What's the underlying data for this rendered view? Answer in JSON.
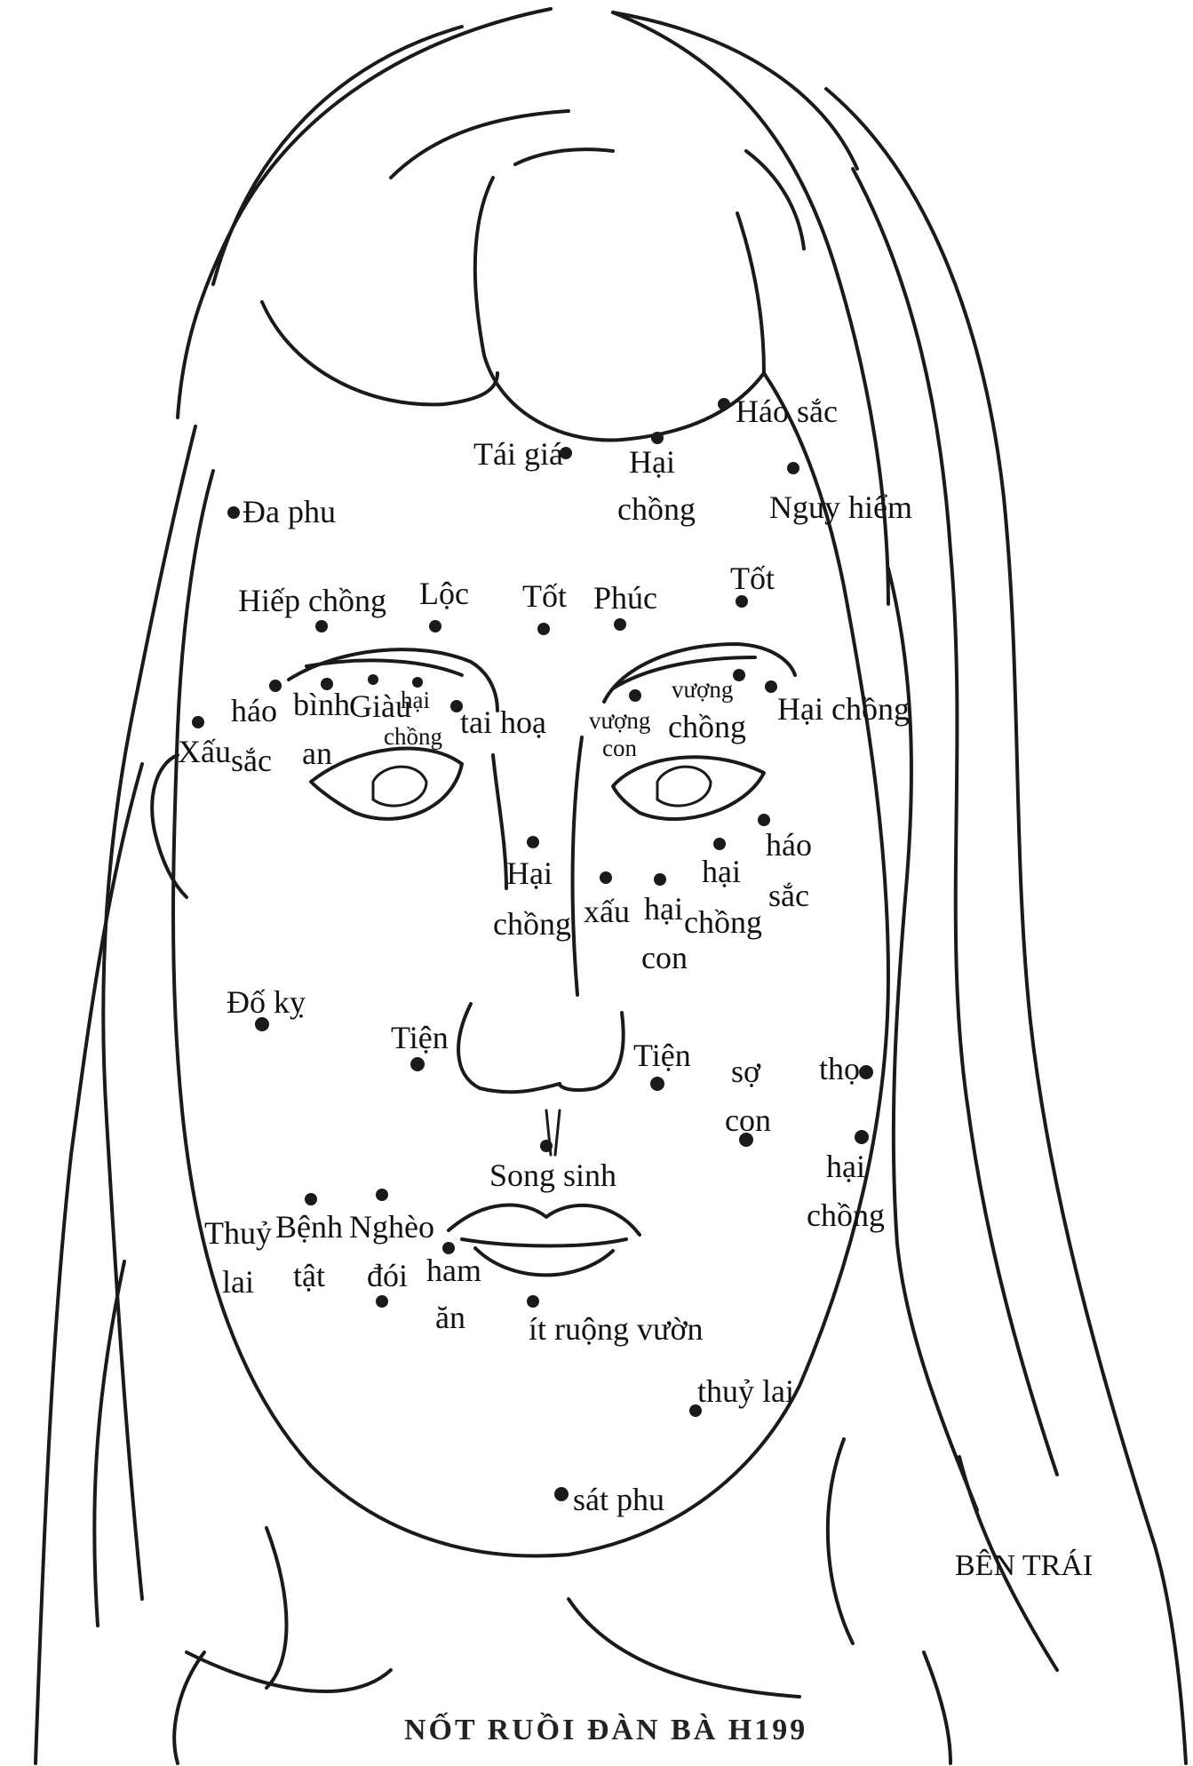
{
  "caption": "NỐT RUỒI ĐÀN BÀ H199",
  "side_label": "BÊN TRÁI",
  "labels": [
    {
      "id": "tai-gia",
      "text": "Tái giá"
    },
    {
      "id": "hao-sac-top",
      "text": "Háo sắc"
    },
    {
      "id": "hai-chong-forehead-1",
      "text": "Hại"
    },
    {
      "id": "hai-chong-forehead-2",
      "text": "chồng"
    },
    {
      "id": "da-phu",
      "text": "Đa phu"
    },
    {
      "id": "nguy-hiem",
      "text": "Nguy hiểm"
    },
    {
      "id": "hiep-chong",
      "text": "Hiếp chồng"
    },
    {
      "id": "loc",
      "text": "Lộc"
    },
    {
      "id": "tot-center",
      "text": "Tốt"
    },
    {
      "id": "phuc",
      "text": "Phúc"
    },
    {
      "id": "tot-right",
      "text": "Tốt"
    },
    {
      "id": "hao-sac-left-1",
      "text": "háo"
    },
    {
      "id": "hao-sac-left-2",
      "text": "sắc"
    },
    {
      "id": "xau-left",
      "text": "Xấu"
    },
    {
      "id": "binh-an-1",
      "text": "bình"
    },
    {
      "id": "binh-an-2",
      "text": "an"
    },
    {
      "id": "giau",
      "text": "Giàu"
    },
    {
      "id": "hai-chong-eye-1",
      "text": "hại"
    },
    {
      "id": "hai-chong-eye-2",
      "text": "chồng"
    },
    {
      "id": "tai-hoa",
      "text": "tai hoạ"
    },
    {
      "id": "vuong-con-1",
      "text": "vượng"
    },
    {
      "id": "vuong-con-2",
      "text": "con"
    },
    {
      "id": "vuong-chong-1",
      "text": "vượng"
    },
    {
      "id": "vuong-chong-2",
      "text": "chồng"
    },
    {
      "id": "hai-chong-right",
      "text": "Hại chồng"
    },
    {
      "id": "hai-chong-nose-1",
      "text": "Hại"
    },
    {
      "id": "hai-chong-nose-2",
      "text": "chồng"
    },
    {
      "id": "xau-nose",
      "text": "xấu"
    },
    {
      "id": "hai-con-1",
      "text": "hại"
    },
    {
      "id": "hai-con-2",
      "text": "con"
    },
    {
      "id": "hai-chong-cheek-1",
      "text": "hại"
    },
    {
      "id": "hai-chong-cheek-2",
      "text": "chồng"
    },
    {
      "id": "hao-sac-right-1",
      "text": "háo"
    },
    {
      "id": "hao-sac-right-2",
      "text": "sắc"
    },
    {
      "id": "do-ky",
      "text": "Đố kỵ"
    },
    {
      "id": "tien-left",
      "text": "Tiện"
    },
    {
      "id": "tien-right",
      "text": "Tiện"
    },
    {
      "id": "so-con-1",
      "text": "sợ"
    },
    {
      "id": "so-con-2",
      "text": "con"
    },
    {
      "id": "tho",
      "text": "thọ"
    },
    {
      "id": "song-sinh",
      "text": "Song sinh"
    },
    {
      "id": "hai-chong-jaw-1",
      "text": "hại"
    },
    {
      "id": "hai-chong-jaw-2",
      "text": "chồng"
    },
    {
      "id": "thuy-lai-left-1",
      "text": "Thuỷ"
    },
    {
      "id": "thuy-lai-left-2",
      "text": "lai"
    },
    {
      "id": "benh-tat-1",
      "text": "Bệnh"
    },
    {
      "id": "benh-tat-2",
      "text": "tật"
    },
    {
      "id": "ngheo-doi-1",
      "text": "Nghèo"
    },
    {
      "id": "ngheo-doi-2",
      "text": "đói"
    },
    {
      "id": "ham-an-1",
      "text": "ham"
    },
    {
      "id": "ham-an-2",
      "text": "ăn"
    },
    {
      "id": "it-ruong-vuon",
      "text": "ít ruộng vườn"
    },
    {
      "id": "thuy-lai-right",
      "text": "thuỷ lai"
    },
    {
      "id": "sat-phu",
      "text": "sát phu"
    }
  ]
}
